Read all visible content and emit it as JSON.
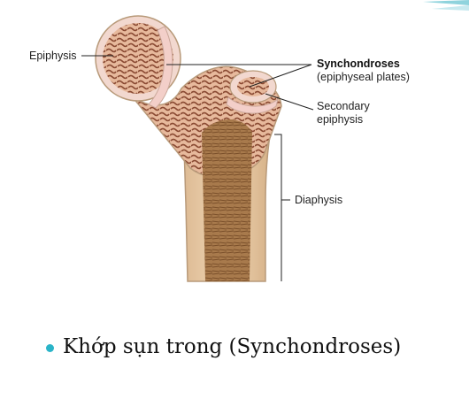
{
  "diagram": {
    "labels": {
      "epiphysis": "Epiphysis",
      "synchondroses": "Synchondroses",
      "epiphyseal_plates": "(epiphyseal plates)",
      "secondary_line1": "Secondary",
      "secondary_line2": "epiphysis",
      "diaphysis": "Diaphysis"
    }
  },
  "bullet": {
    "text": "Khớp sụn trong (Synchondroses)"
  },
  "colors": {
    "accent": "#2ab4c8",
    "cartilage": "#f3cfc9",
    "bone_shaft": "#e8c9a3",
    "marrow": "#9a6a3a"
  }
}
